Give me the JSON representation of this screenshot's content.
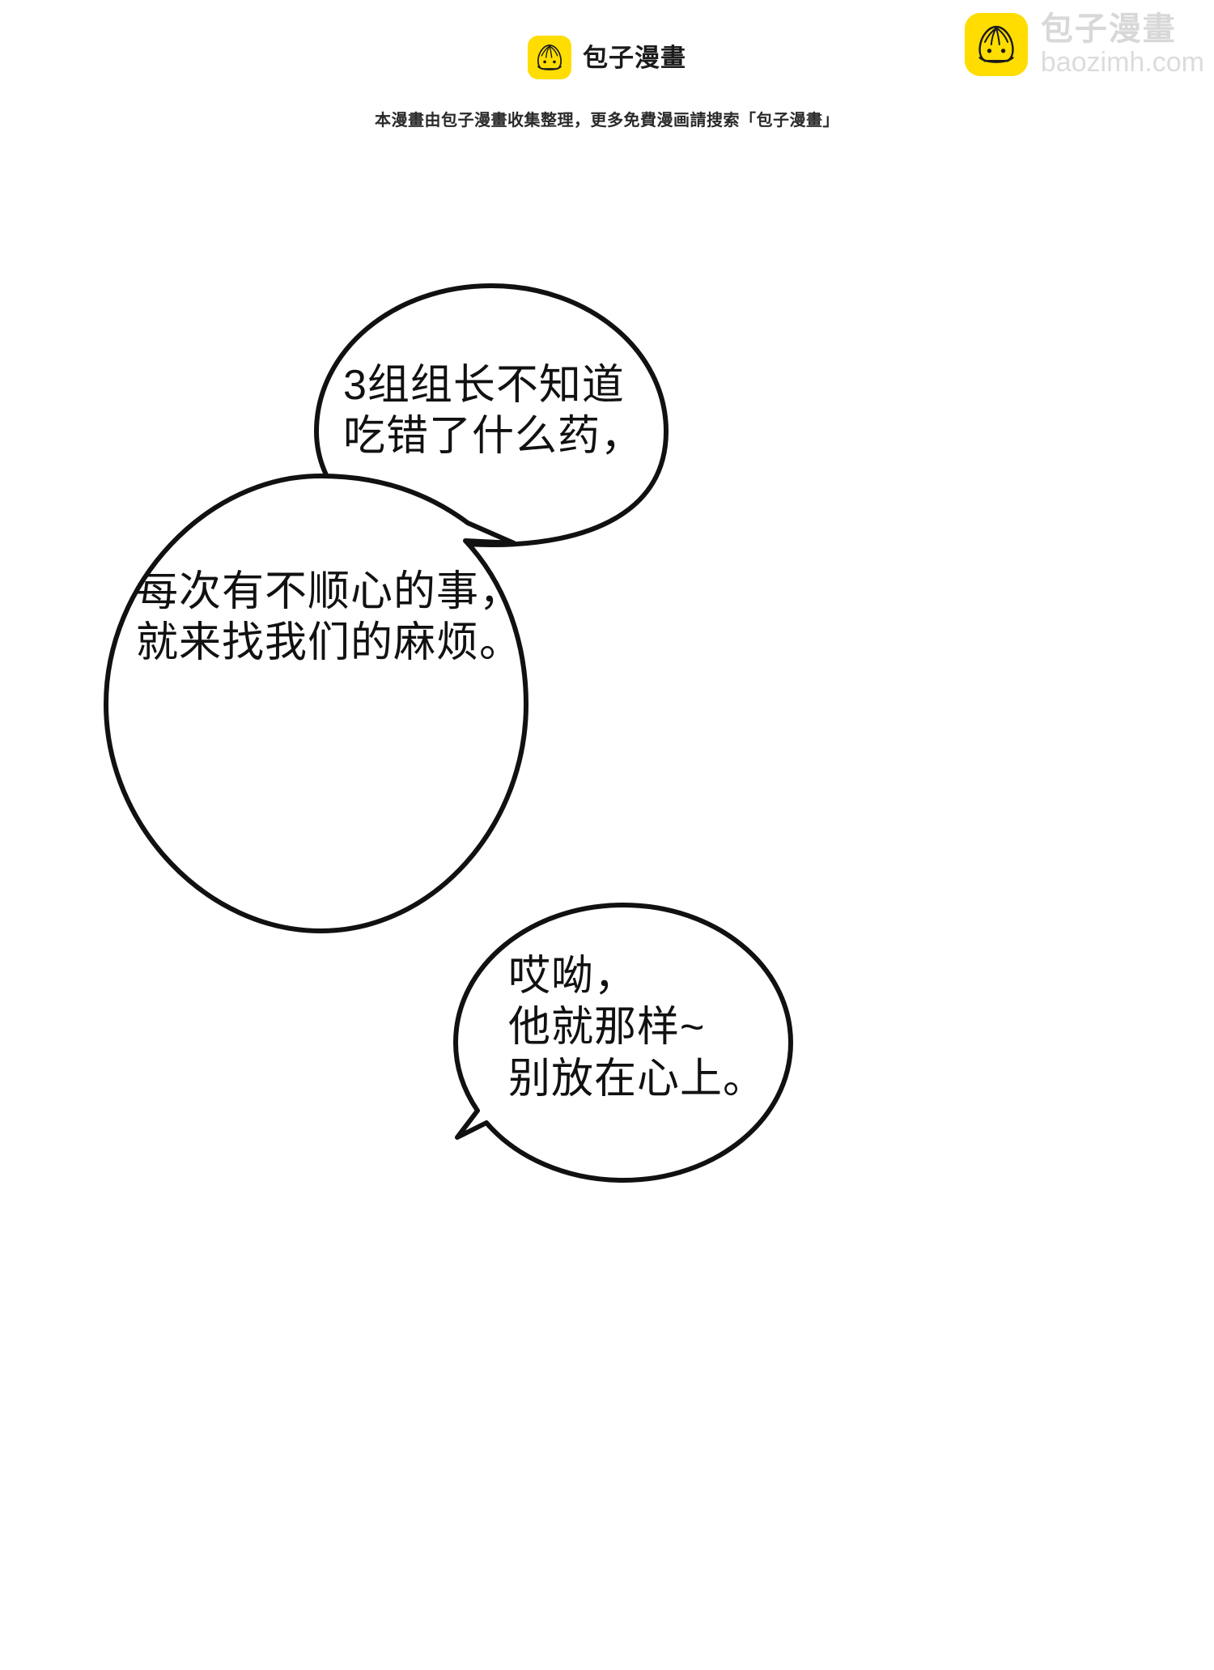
{
  "header": {
    "brand_name": "包子漫畫",
    "logo_icon": "baozi-logo-icon",
    "note": "本漫畫由包子漫畫收集整理，更多免費漫画請搜索「包子漫畫」"
  },
  "watermark": {
    "logo_icon": "baozi-logo-icon",
    "brand_cn": "包子漫畫",
    "url": "baozimh.com"
  },
  "comic": {
    "bubbles": [
      {
        "id": "bubble-1",
        "text": "3组组长不知道\n吃错了什么药，"
      },
      {
        "id": "bubble-2",
        "text": "每次有不顺心的事，\n就来找我们的麻烦。"
      },
      {
        "id": "bubble-3",
        "text": "哎呦，\n他就那样~\n别放在心上。"
      }
    ]
  },
  "colors": {
    "brand_yellow": "#ffdd00",
    "ink": "#111111",
    "watermark_gray": "#d8d8d8",
    "page_background": "#ffffff"
  }
}
